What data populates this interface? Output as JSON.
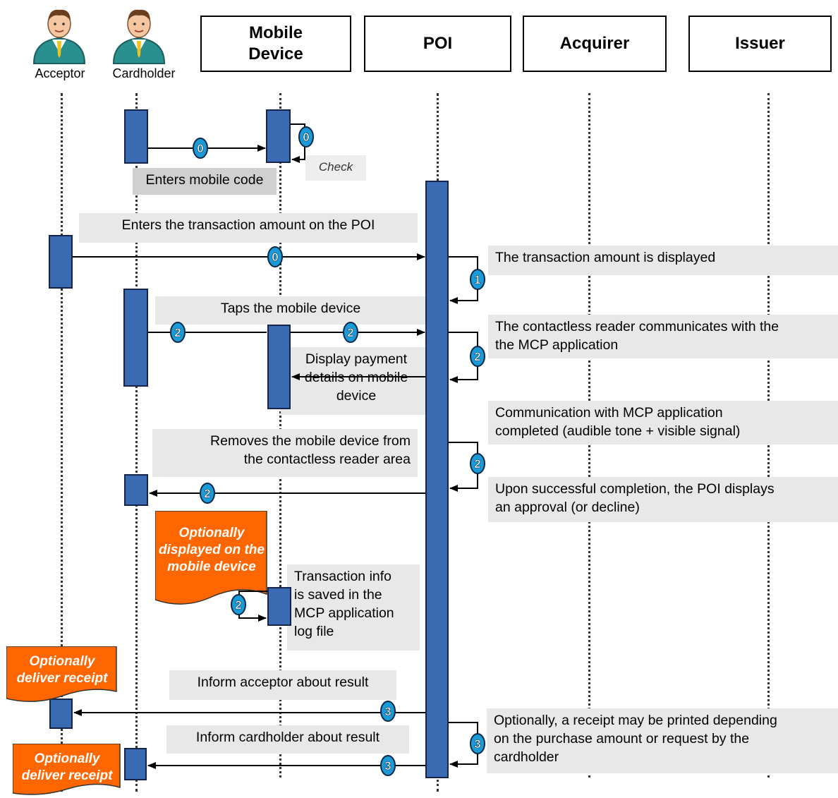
{
  "actors": {
    "acceptor": "Acceptor",
    "cardholder": "Cardholder"
  },
  "headers": {
    "mobile": "Mobile\nDevice",
    "poi": "POI",
    "acquirer": "Acquirer",
    "issuer": "Issuer"
  },
  "notes": {
    "check": "Check",
    "enters_code": "Enters mobile code",
    "enters_amount": "Enters  the transaction amount on the POI",
    "amount_displayed": "The transaction amount is displayed",
    "taps": "Taps the mobile device",
    "reader_comm": "The contactless reader communicates with the\nthe MCP application",
    "display_details": "Display payment\ndetails on mobile\ndevice",
    "comm_completed": "Communication with MCP application\ncompleted (audible tone + visible signal)",
    "removes": "Removes the mobile device from\nthe contactless reader area",
    "approval": " Upon successful completion, the POI displays\nan approval (or decline)",
    "tx_saved": "Transaction info\nis saved in the\nMCP application\nlog file",
    "inform_acceptor": "Inform acceptor about result",
    "inform_cardholder": "Inform cardholder about result",
    "receipt_printed": "Optionally, a receipt may be printed depending\non the purchase amount or request by the\ncardholder"
  },
  "callouts": {
    "displayed_mobile": "Optionally\ndisplayed on the\nmobile device",
    "deliver_receipt_1": "Optionally\ndeliver receipt",
    "deliver_receipt_2": "Optionally\ndeliver receipt"
  },
  "step_numbers": [
    "0",
    "0",
    "0",
    "1",
    "2",
    "2",
    "2",
    "2",
    "2",
    "2",
    "3",
    "3",
    "3"
  ],
  "colors": {
    "activation": "#3a6bb2",
    "badge": "#1a9ad6",
    "callout": "#ff6600",
    "note": "#e8e8e8",
    "person_body": "#2a8f8f",
    "person_skin": "#f4c7a1",
    "person_tie": "#f0c420"
  },
  "icons": [
    "person-icon",
    "person-icon"
  ]
}
